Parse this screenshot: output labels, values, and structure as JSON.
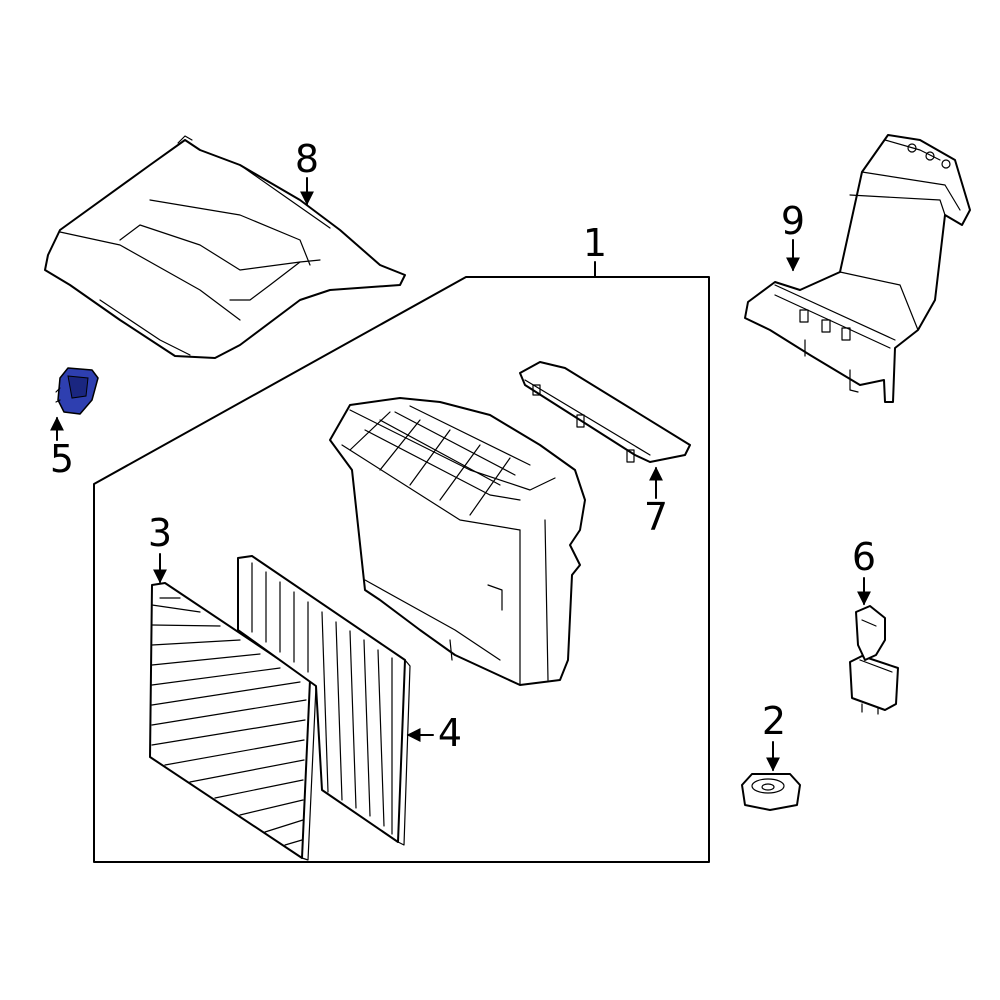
{
  "callouts": {
    "c1": "1",
    "c2": "2",
    "c3": "3",
    "c4": "4",
    "c5": "5",
    "c6": "6",
    "c7": "7",
    "c8": "8",
    "c9": "9"
  },
  "colors": {
    "highlight_part": "#2e3fb0",
    "highlight_dark": "#1a2680",
    "line": "#000000",
    "background": "#ffffff"
  }
}
